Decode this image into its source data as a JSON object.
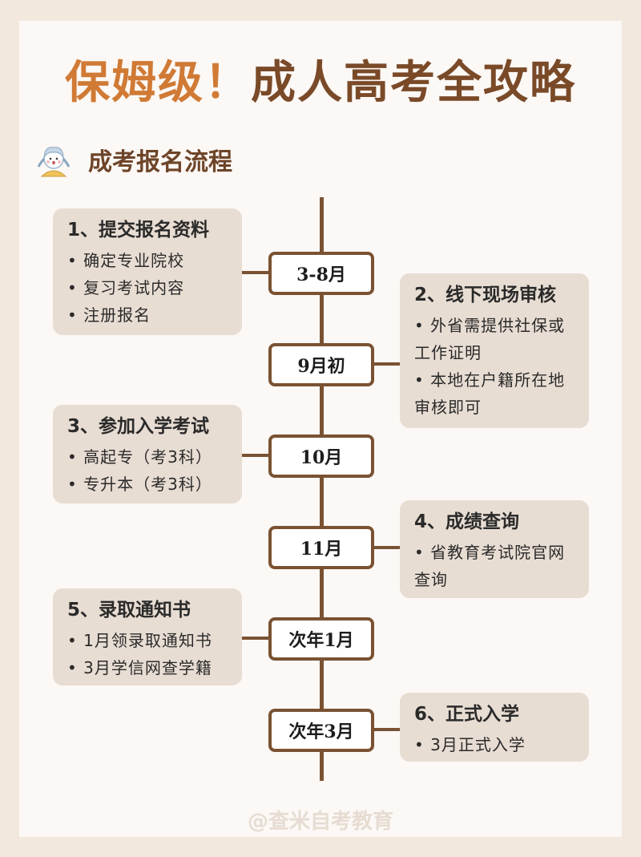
{
  "header": {
    "title_highlight": "保姆级！",
    "title_main": "成人高考全攻略"
  },
  "section": {
    "avatar_icon": "girl-avatar-icon",
    "title": "成考报名流程"
  },
  "colors": {
    "background": "#f2e8de",
    "card": "#fbf8f5",
    "title_highlight": "#d07a35",
    "title_main": "#7a4a28",
    "timeline": "#7a5232",
    "step_box": "#e8ddd3"
  },
  "timeline": [
    {
      "date": "3-8月",
      "side": "left",
      "title": "1、提交报名资料",
      "items": [
        "确定专业院校",
        "复习考试内容",
        "注册报名"
      ]
    },
    {
      "date": "9月初",
      "side": "right",
      "title": "2、线下现场审核",
      "items": [
        "外省需提供社保或工作证明",
        "本地在户籍所在地审核即可"
      ]
    },
    {
      "date": "10月",
      "side": "left",
      "title": "3、参加入学考试",
      "items": [
        "高起专（考3科）",
        "专升本（考3科）"
      ]
    },
    {
      "date": "11月",
      "side": "right",
      "title": "4、成绩查询",
      "items": [
        "省教育考试院官网查询"
      ]
    },
    {
      "date": "次年1月",
      "side": "left",
      "title": "5、录取通知书",
      "items": [
        "1月领录取通知书",
        "3月学信网查学籍"
      ]
    },
    {
      "date": "次年3月",
      "side": "right",
      "title": "6、正式入学",
      "items": [
        "3月正式入学"
      ]
    }
  ],
  "watermark": "@查米自考教育"
}
